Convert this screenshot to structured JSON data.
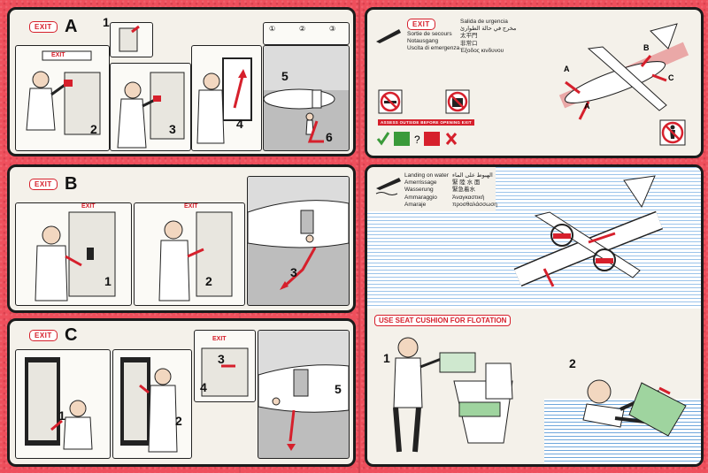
{
  "panels": {
    "a": {
      "badge": "EXIT",
      "letter": "A",
      "steps": [
        "1",
        "2",
        "3",
        "4",
        "5",
        "6"
      ],
      "door_sign": "EXIT",
      "substeps": [
        "①",
        "②",
        "③"
      ]
    },
    "b": {
      "badge": "EXIT",
      "letter": "B",
      "steps": [
        "1",
        "2",
        "3"
      ],
      "door_sign": "EXIT",
      "door_sign2": "EXIT"
    },
    "c": {
      "badge": "EXIT",
      "letter": "C",
      "steps": [
        "1",
        "2",
        "3",
        "4",
        "5"
      ],
      "door_sign": "EXIT"
    },
    "exit_info": {
      "badge": "EXIT",
      "languages": [
        "Sortie de secours",
        "Notausgang",
        "Uscita di emergenza"
      ],
      "languages_right": [
        "Salida de urgencia",
        "مخرج في حالة الطوارئ",
        "太平門",
        "非常口",
        "Έξοδος κινδυνου"
      ],
      "assess_banner": "ASSESS OUTSIDE BEFORE OPENING EXIT",
      "plane_labels": [
        "A",
        "B",
        "C",
        "A"
      ]
    },
    "water": {
      "languages": [
        "Landing on water",
        "Amerrissage",
        "Wasserung",
        "Ammaraggio",
        "Amaraje"
      ],
      "languages_right": [
        "الهبوط على الماء",
        "緊 陸 水 面",
        "緊急着水",
        "Άναγκαστική",
        "προσθαλάσσωση"
      ],
      "cushion_banner": "USE SEAT CUSHION FOR FLOTATION",
      "steps": [
        "1",
        "2"
      ]
    }
  },
  "colors": {
    "red": "#d6202c",
    "water_blue": "#2d6fb3",
    "green": "#3a9a3a"
  }
}
